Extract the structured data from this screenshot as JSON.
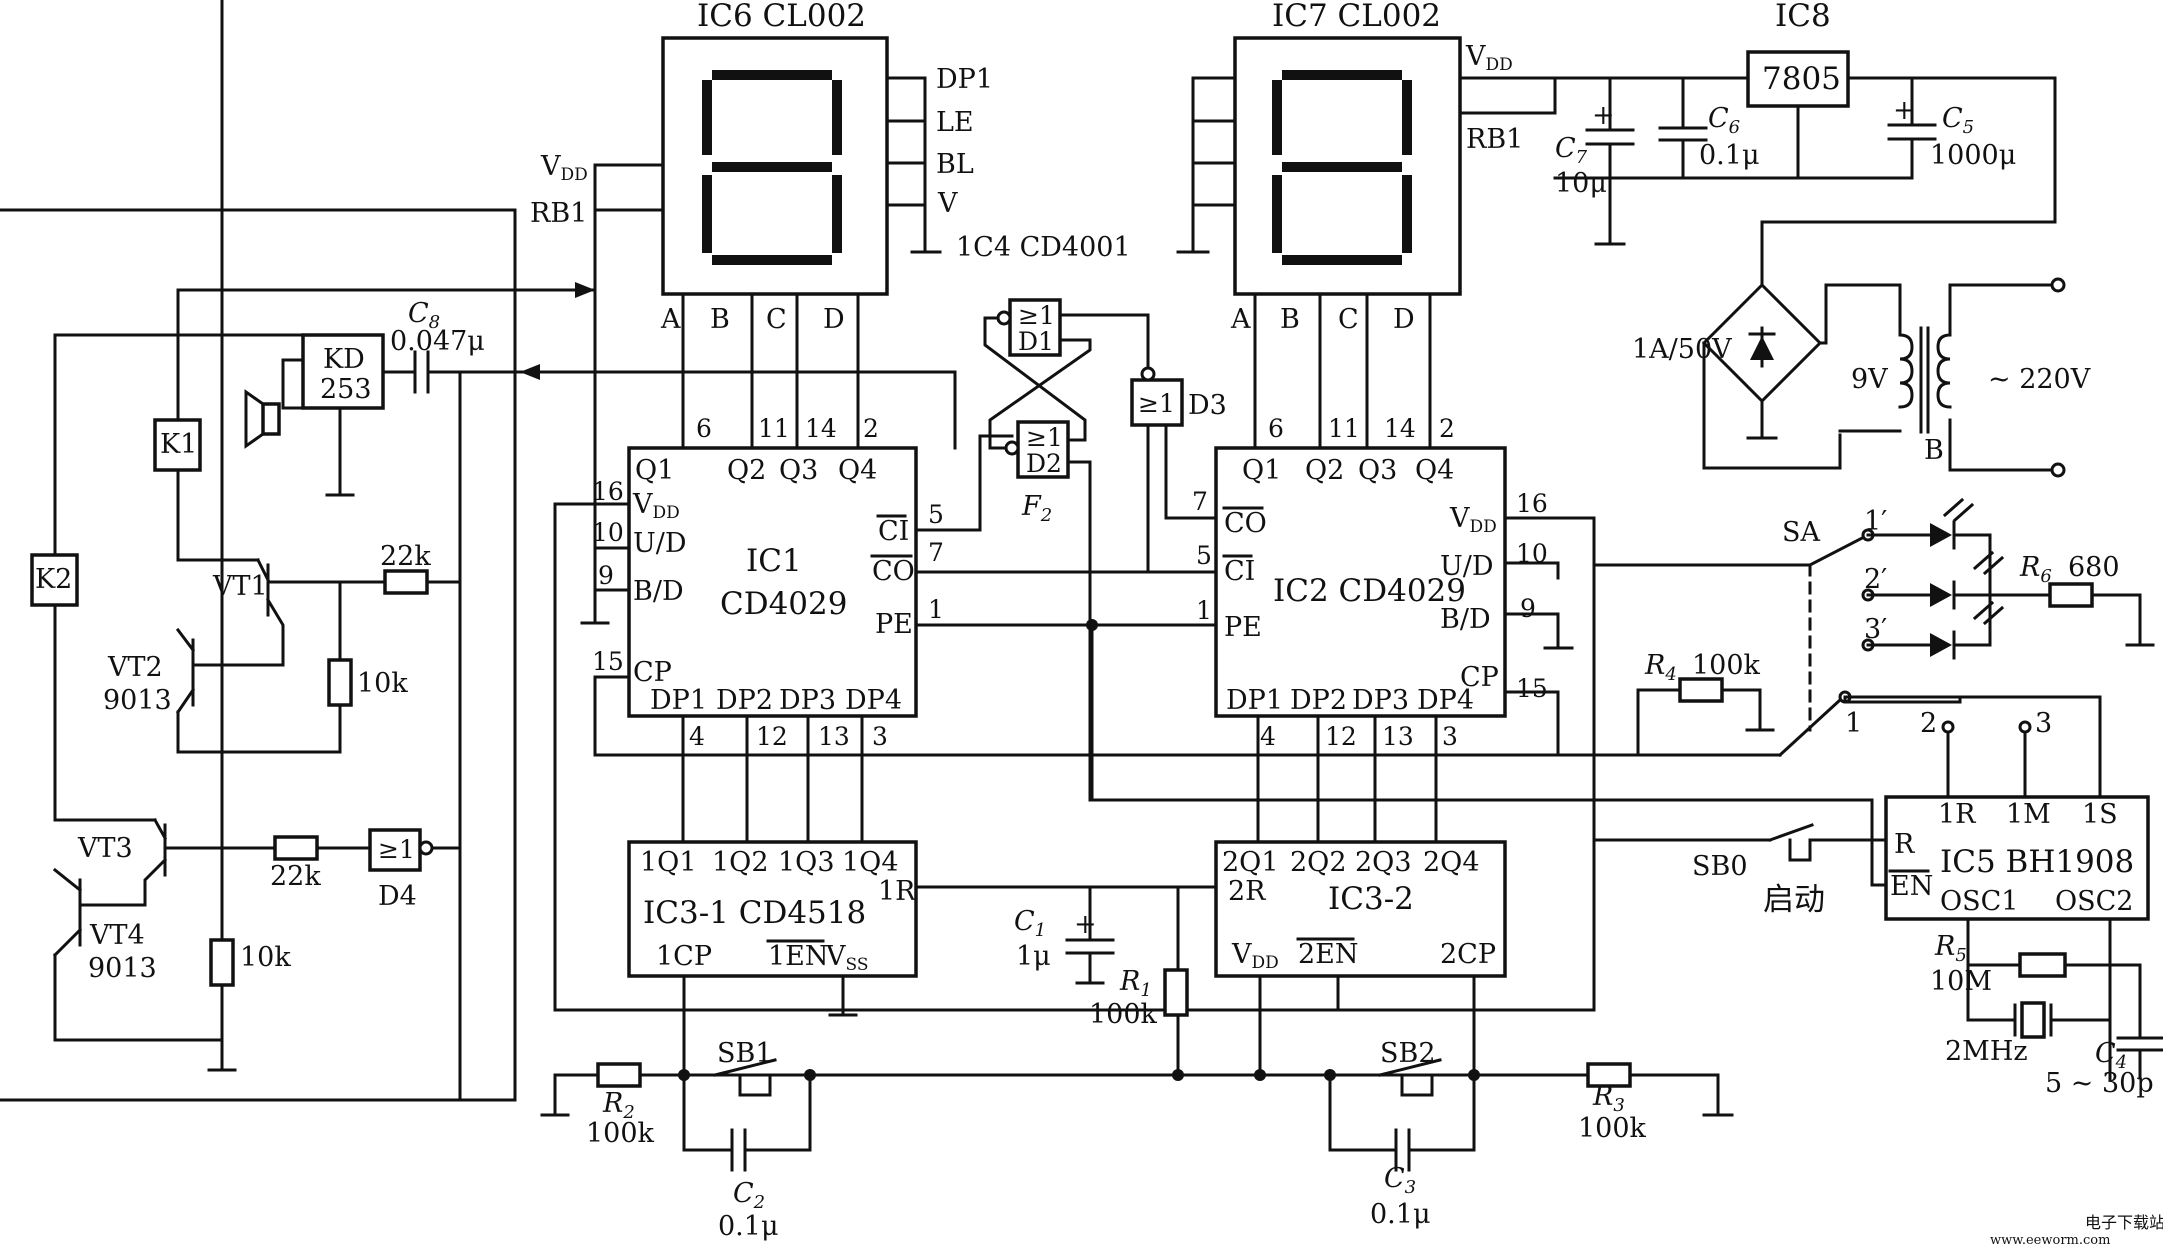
{
  "ic6": {
    "title": "IC6 CL002",
    "pins": [
      "DP1",
      "LE",
      "BL",
      "V"
    ],
    "vdd": "VDD",
    "rb1": "RB1",
    "inputs": [
      "A",
      "B",
      "C",
      "D"
    ]
  },
  "ic4": {
    "label": "1C4 CD4001"
  },
  "ic7": {
    "title": "IC7 CL002",
    "vdd": "VDD",
    "rb1": "RB1",
    "inputs": [
      "A",
      "B",
      "C",
      "D"
    ]
  },
  "ic8": {
    "title": "IC8",
    "part": "7805"
  },
  "ic1": {
    "name": "IC1",
    "part": "CD4029",
    "outputs": [
      "Q1",
      "Q2",
      "Q3",
      "Q4"
    ],
    "out_pins": [
      "6",
      "11",
      "14",
      "2"
    ],
    "left_pins": [
      "VDD",
      "U/D",
      "B/D",
      "CP"
    ],
    "left_nums": [
      "16",
      "10",
      "9",
      "15"
    ],
    "right_pins": [
      "CI",
      "CO",
      "PE"
    ],
    "right_nums": [
      "5",
      "7",
      "1"
    ],
    "dp": [
      "DP1",
      "DP2",
      "DP3",
      "DP4"
    ],
    "dp_nums": [
      "4",
      "12",
      "13",
      "3"
    ]
  },
  "ic2": {
    "name": "IC2 CD4029",
    "outputs": [
      "Q1",
      "Q2",
      "Q3",
      "Q4"
    ],
    "out_pins": [
      "6",
      "11",
      "14",
      "2"
    ],
    "left_pins": [
      "CO",
      "CI",
      "PE"
    ],
    "left_nums": [
      "7",
      "5",
      "1"
    ],
    "right_pins": [
      "VDD",
      "U/D",
      "B/D",
      "CP"
    ],
    "right_nums": [
      "16",
      "10",
      "9",
      "15"
    ],
    "dp": [
      "DP1",
      "DP2",
      "DP3",
      "DP4"
    ],
    "dp_nums": [
      "4",
      "12",
      "13",
      "3"
    ]
  },
  "ic3_1": {
    "name": "IC3-1 CD4518",
    "outputs": [
      "1Q1",
      "1Q2",
      "1Q3",
      "1Q4"
    ],
    "r": "1R",
    "cp": "1CP",
    "en": "1EN",
    "vss": "VSS"
  },
  "ic3_2": {
    "name": "IC3-2",
    "outputs": [
      "2Q1",
      "2Q2",
      "2Q3",
      "2Q4"
    ],
    "r": "2R",
    "vdd": "VDD",
    "en": "2EN",
    "cp": "2CP"
  },
  "ic5": {
    "name": "IC5 BH1908",
    "top": [
      "1R",
      "1M",
      "1S"
    ],
    "r": "R",
    "en": "EN",
    "osc": [
      "OSC1",
      "OSC2"
    ]
  },
  "gates": {
    "d1": "D1",
    "d2": "D2",
    "d3": "D3",
    "d4": "D4",
    "symbol": "≥1",
    "f2": "F2"
  },
  "parts": {
    "kd": [
      "KD",
      "253"
    ],
    "c8": "C8",
    "c8_val": "0.047μ",
    "k1": "K1",
    "k2": "K2",
    "vt1": "VT1",
    "vt2": "VT2",
    "vt2_num": "9013",
    "vt3": "VT3",
    "vt4": "VT4",
    "vt4_num": "9013",
    "r22k_a": "22k",
    "r10k_a": "10k",
    "r22k_b": "22k",
    "r10k_b": "10k",
    "c7": "C7",
    "c7_val": "10μ",
    "c6": "C6",
    "c6_val": "0.1μ",
    "c5": "C5",
    "c5_val": "1000μ",
    "bridge": "1A/50V",
    "v9": "9V",
    "mains": "~ 220V",
    "b": "B",
    "sa": "SA",
    "sa_pos": [
      "1′",
      "2′",
      "3′"
    ],
    "r6": "R6",
    "r6_val": "680",
    "r4": "R4",
    "r4_val": "100k",
    "sw_pos": [
      "1",
      "2",
      "3"
    ],
    "sb0": "SB0",
    "start": "启动",
    "c1": "C1",
    "c1_val": "1μ",
    "r1": "R1",
    "r1_val": "100k",
    "r2": "R2",
    "r2_val": "100k",
    "sb1": "SB1",
    "c2": "C2",
    "c2_val": "0.1μ",
    "sb2": "SB2",
    "c3": "C3",
    "c3_val": "0.1μ",
    "r3": "R3",
    "r3_val": "100k",
    "r5": "R5",
    "r5_val": "10M",
    "xtal": "2MHz",
    "c4": "C4",
    "c4_val": "5 ~ 30p"
  },
  "watermark": {
    "brand": "电子下载站",
    "url": "www.eeworm.com"
  }
}
